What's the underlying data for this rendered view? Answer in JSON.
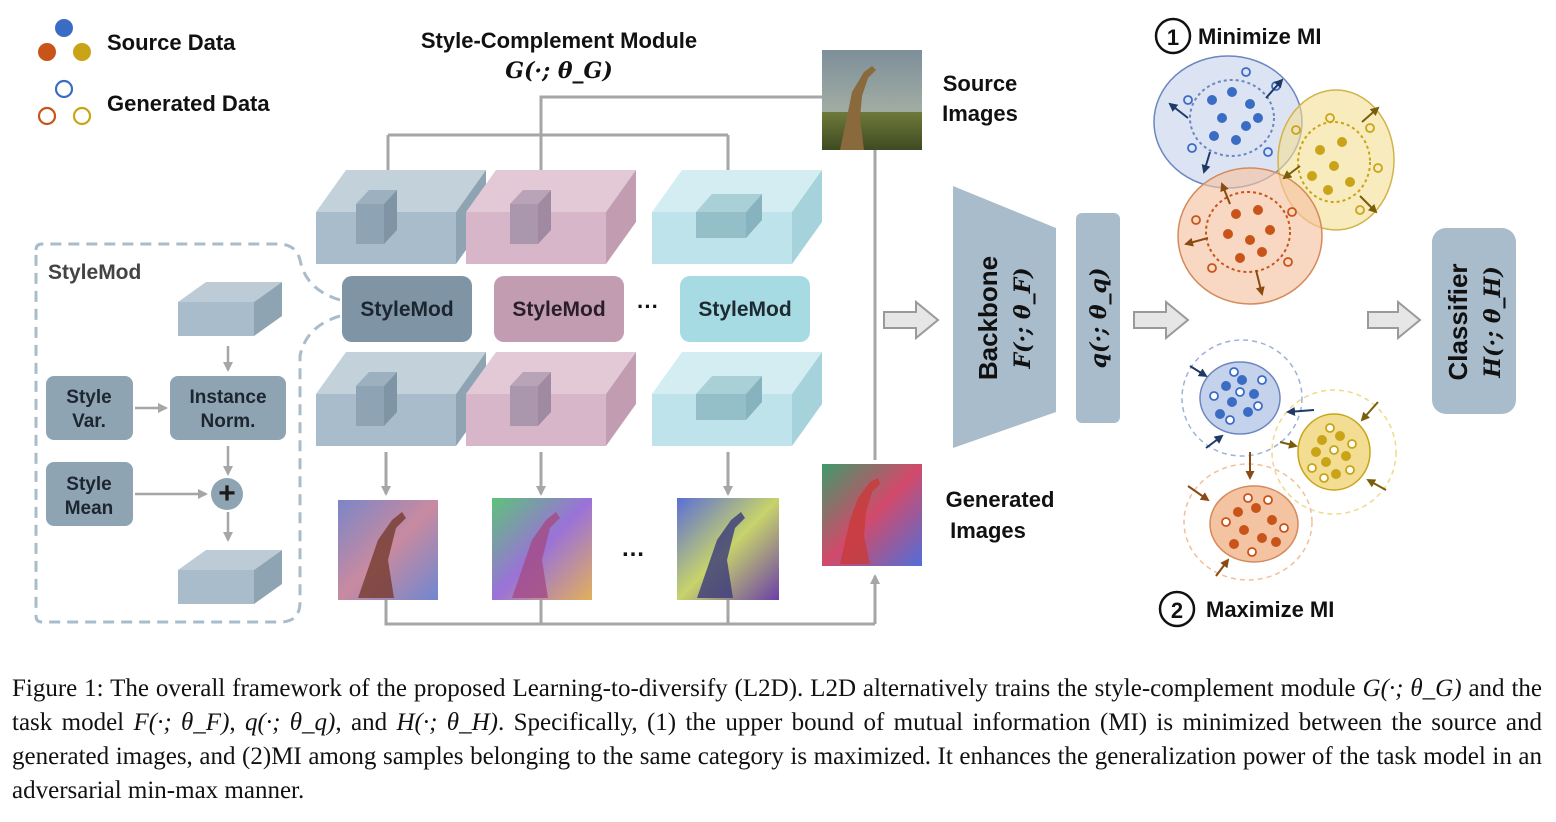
{
  "legend": {
    "source_label": "Source Data",
    "generated_label": "Generated Data"
  },
  "module": {
    "title": "Style-Complement Module",
    "formula": "G(·; θ_G)"
  },
  "stylemod_panel": {
    "title": "StyleMod",
    "style_var": [
      "Style",
      "Var."
    ],
    "instance_norm": [
      "Instance",
      "Norm."
    ],
    "style_mean": [
      "Style",
      "Mean"
    ],
    "plus_symbol": "+"
  },
  "stylemod_blocks": [
    "StyleMod",
    "StyleMod",
    "StyleMod"
  ],
  "ellipsis": "···",
  "images_ellipsis": "…",
  "source_images": [
    "Source",
    "Images"
  ],
  "generated_images": [
    "Generated",
    "Images"
  ],
  "backbone": {
    "label": "Backbone",
    "formula": "F(·; θ_F)"
  },
  "q_block": {
    "formula": "q(·; θ_q)"
  },
  "classifier": {
    "label": "Classifier",
    "formula": "H(·; θ_H)"
  },
  "minimize": {
    "number": "1",
    "label": "Minimize MI"
  },
  "maximize": {
    "number": "2",
    "label": "Maximize MI"
  },
  "colors": {
    "blue": "#3b6cc4",
    "orange": "#c8541a",
    "yellow": "#c9a416",
    "gray_block": "#a9bccb",
    "pink_block": "#d8b6c9",
    "cyan_block": "#bfe3ea",
    "arrow_gray": "#a6a6a6"
  },
  "caption": {
    "label": "Figure 1:",
    "line1a": "The overall framework of the proposed Learning-to-diversify (L2D). L2D alternatively trains the style-complement module ",
    "g": "G(·; θ_G)",
    "line1b": " and the task model ",
    "f": "F(·; θ_F)",
    "sep1": ", ",
    "q": "q(·; θ_q)",
    "sep2": ", and ",
    "h": "H(·; θ_H)",
    "line2": ". Specifically, (1) the upper bound of mutual information (MI) is minimized between the source and generated images, and (2)MI among samples belonging to the same category is maximized. It enhances the generalization power of the task model in an adversarial min-max manner."
  }
}
